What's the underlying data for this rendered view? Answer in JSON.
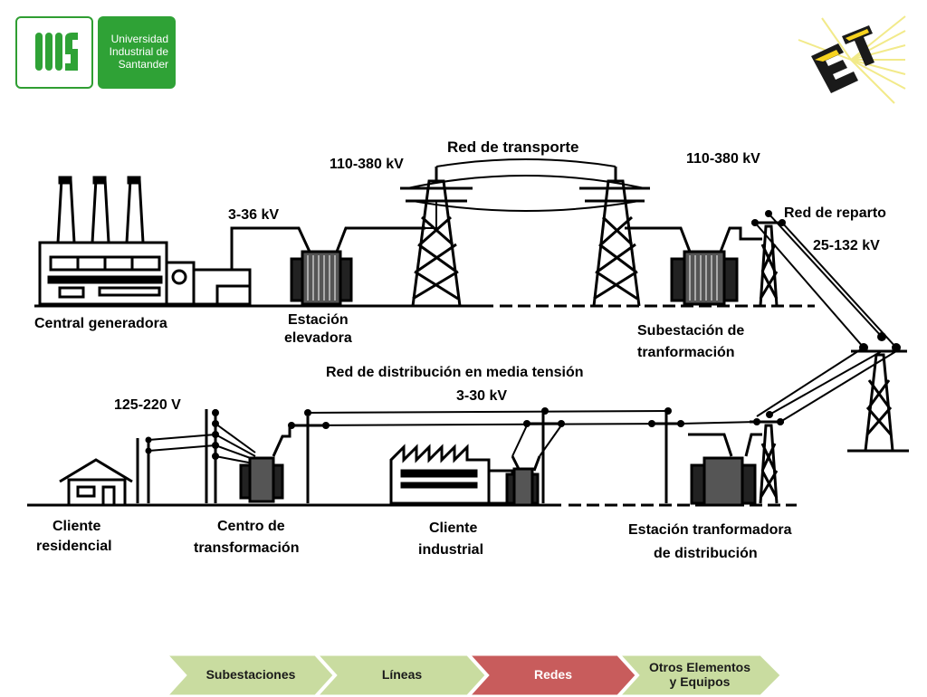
{
  "header": {
    "logo_left": {
      "icon": "uis-logo-icon",
      "lines": [
        "Universidad",
        "Industrial de",
        "Santander"
      ],
      "color": "#2fa236"
    },
    "logo_right": {
      "icon": "et-logo-icon"
    }
  },
  "diagram": {
    "labels": {
      "red_transporte": "Red de transporte",
      "v_110_380_left": "110-380 kV",
      "v_110_380_right": "110-380 kV",
      "v_3_36": "3-36 kV",
      "red_reparto": "Red de reparto",
      "v_25_132": "25-132  kV",
      "central_generadora": "Central generadora",
      "estacion_elevadora_1": "Estación",
      "estacion_elevadora_2": "elevadora",
      "subestacion_1": "Subestación de",
      "subestacion_2": "tranformación",
      "red_distribucion": "Red de distribución en media tensión",
      "v_3_30": "3-30 kV",
      "v_125_220": "125-220  V",
      "cliente_res_1": "Cliente",
      "cliente_res_2": "residencial",
      "centro_trans_1": "Centro de",
      "centro_trans_2": "transformación",
      "cliente_ind_1": "Cliente",
      "cliente_ind_2": "industrial",
      "estacion_dist_1": "Estación tranformadora",
      "estacion_dist_2": "de distribución"
    }
  },
  "nav": {
    "steps": [
      {
        "label": "Subestaciones",
        "color": "#c9dca0",
        "active": false
      },
      {
        "label": "Líneas",
        "color": "#c9dca0",
        "active": false
      },
      {
        "label": "Redes",
        "color": "#c85c5c",
        "active": true
      },
      {
        "label": "Otros Elementos\ny Equipos",
        "color": "#c9dca0",
        "active": false
      }
    ]
  }
}
